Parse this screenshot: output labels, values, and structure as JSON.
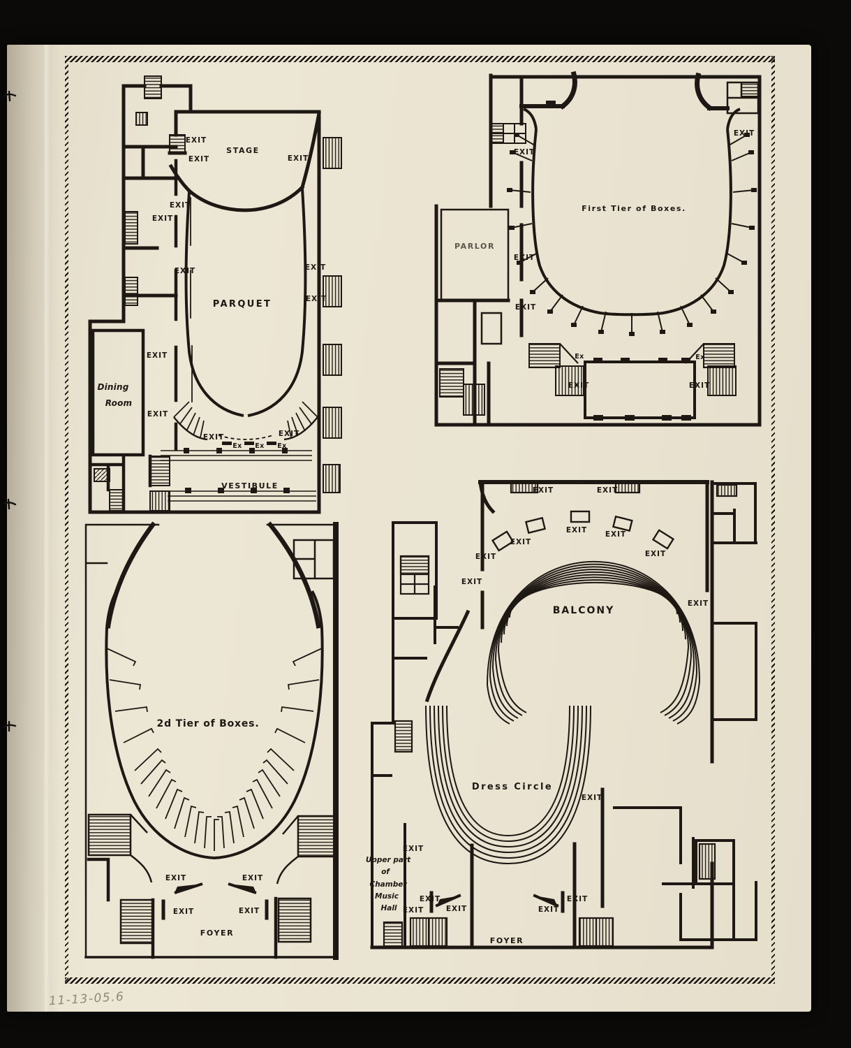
{
  "common_labels": {
    "exit": "EXIT",
    "ex": "Ex"
  },
  "plans": {
    "parquet_level": {
      "stage": "STAGE",
      "parquet": "PARQUET",
      "dining_room_line1": "Dining",
      "dining_room_line2": "Room",
      "vestibule": "VESTIBULE"
    },
    "first_tier": {
      "title": "First Tier of Boxes.",
      "parlor": "PARLOR"
    },
    "second_tier": {
      "title": "2d Tier of Boxes.",
      "foyer": "FOYER"
    },
    "balcony_level": {
      "balcony": "BALCONY",
      "dress_circle": "Dress Circle",
      "foyer": "FOYER",
      "side_note_lines": [
        "Upper part",
        "of",
        "Chamber",
        "Music",
        "Hall"
      ]
    }
  },
  "annotations": {
    "handwritten_date": "11-13-05.6"
  },
  "colors": {
    "paper": "#eae3d1",
    "ink": "#1d1813",
    "background": "#0b0a09",
    "pencil": "#8f8779"
  }
}
